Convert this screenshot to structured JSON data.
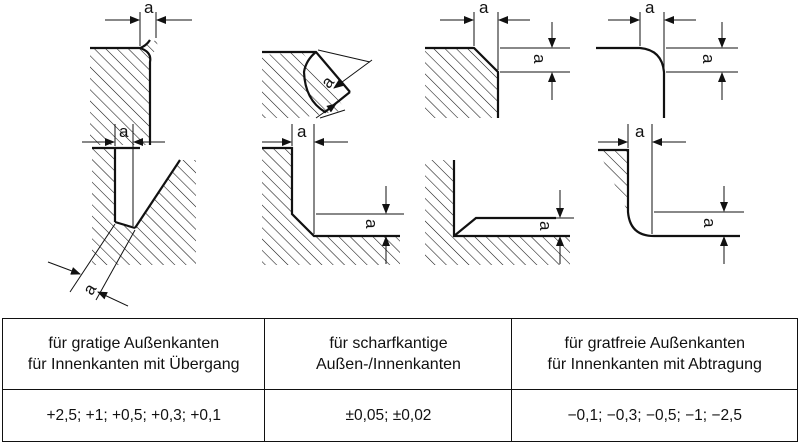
{
  "dimension_label": "a",
  "table": {
    "columns": [
      {
        "header_line1": "für gratige Außenkanten",
        "header_line2": "für Innenkanten mit Übergang",
        "values": "+2,5; +1; +0,5; +0,3; +0,1"
      },
      {
        "header_line1": "für scharfkantige",
        "header_line2": "Außen-/Innenkanten",
        "values": "±0,05; ±0,02"
      },
      {
        "header_line1": "für gratfreie Außenkanten",
        "header_line2": "für Innenkanten mit Abtragung",
        "values": "−0,1; −0,3; −0,5; −1; −2,5"
      }
    ]
  }
}
